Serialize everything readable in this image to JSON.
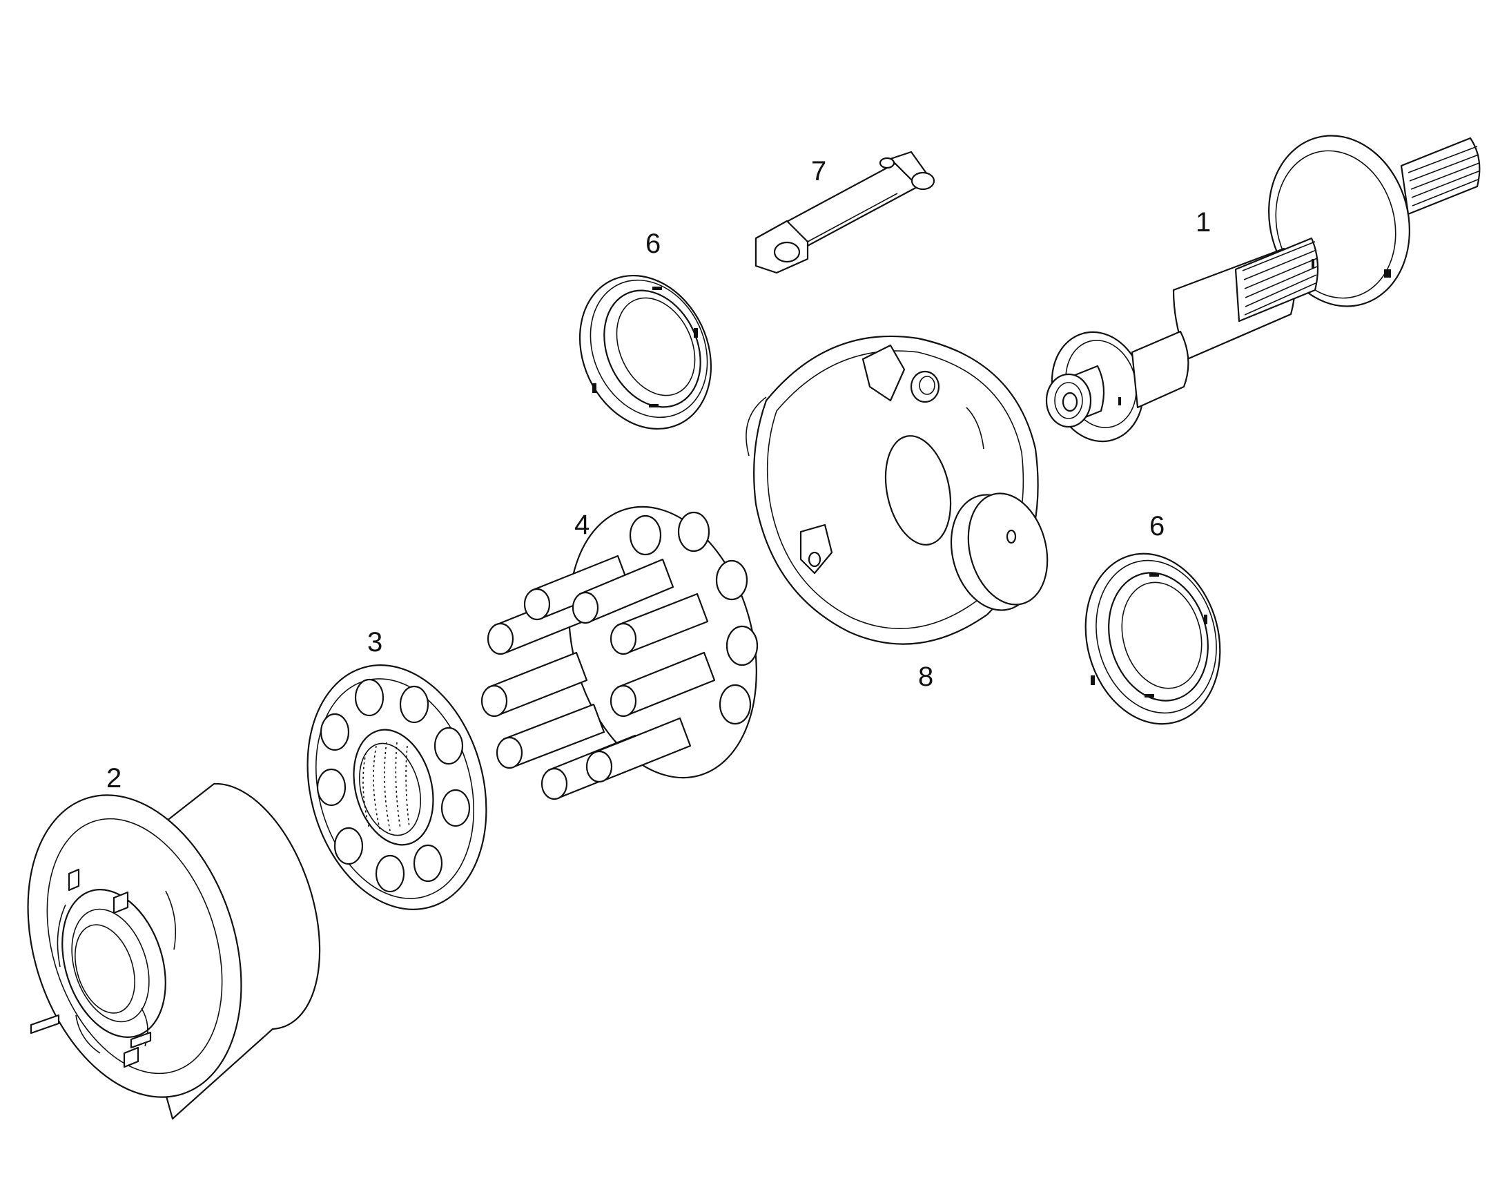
{
  "colors": {
    "line": "#111111",
    "background": "#ffffff"
  },
  "callouts": {
    "shaft": "1",
    "cylinder_block": "2",
    "retainer_plate": "3",
    "pistons": "4",
    "bearing_top": "6",
    "bearing_right": "6",
    "link": "7",
    "swash_plate": "8"
  }
}
